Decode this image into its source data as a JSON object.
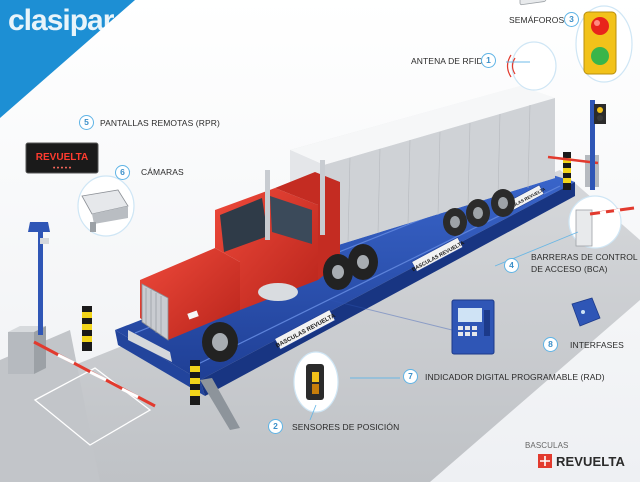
{
  "watermark": "clasipar",
  "brand": {
    "line1": "BASCULAS",
    "line2": "REVUELTA"
  },
  "sign_text": "REVUELTA",
  "platform_text": "BASCULAS REVUELTA",
  "callouts": [
    {
      "num": "1",
      "label": "ANTENA DE RFID"
    },
    {
      "num": "2",
      "label": "SENSORES DE POSICIÓN"
    },
    {
      "num": "3",
      "label": "SEMÁFOROS"
    },
    {
      "num": "4",
      "label_line1": "BARRERAS DE CONTROL",
      "label_line2": "DE ACCESO (BCA)"
    },
    {
      "num": "5",
      "label": "PANTALLAS REMOTAS (RPR)"
    },
    {
      "num": "6",
      "label": "CÁMARAS"
    },
    {
      "num": "7",
      "label": "INDICADOR DIGITAL PROGRAMABLE (RAD)"
    },
    {
      "num": "8",
      "label": "INTERFASES"
    }
  ],
  "colors": {
    "platform": "#2f56b6",
    "truck": "#e23a2e",
    "trailer": "#dfe1e4",
    "callout": "#5fb4e6",
    "road": "#c9ccd0"
  }
}
